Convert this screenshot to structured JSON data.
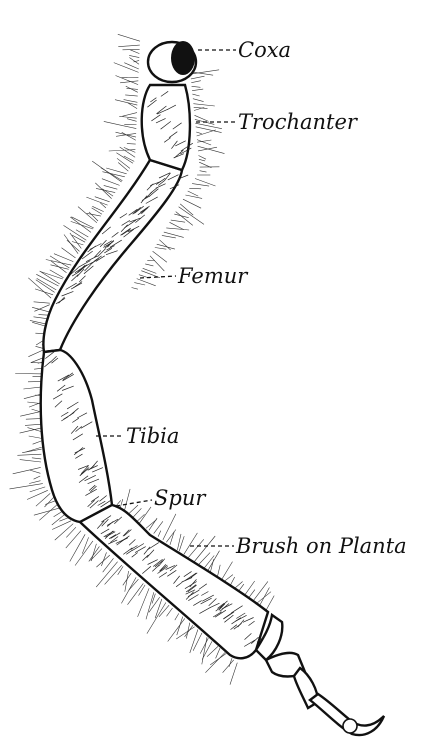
{
  "labels": {
    "coxa": "Coxa",
    "trochanter": "Trochanter",
    "femur": "Femur",
    "tibia": "Tibia",
    "spur": "Spur",
    "brush": "Brush on Planta"
  },
  "colors": {
    "ink": "#111111",
    "paper": "#ffffff"
  }
}
